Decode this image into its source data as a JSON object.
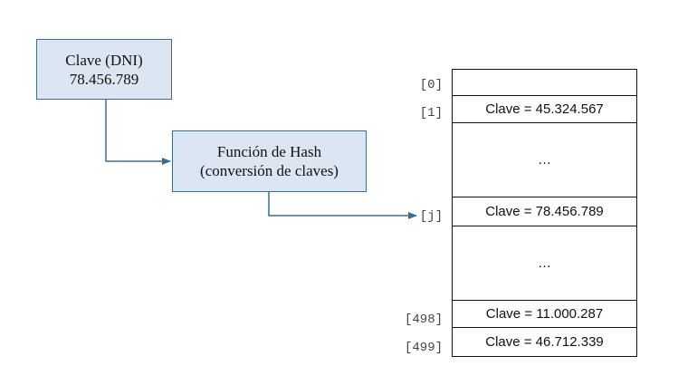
{
  "key_box": {
    "line1": "Clave (DNI)",
    "line2": "78.456.789"
  },
  "hash_box": {
    "line1": "Función de Hash",
    "line2": "(conversión de claves)"
  },
  "table": {
    "rows": [
      {
        "index": "[0]",
        "content": ""
      },
      {
        "index": "[1]",
        "content": "Clave = 45.324.567"
      },
      {
        "index": "",
        "content": "…"
      },
      {
        "index": "[j]",
        "content": "Clave = 78.456.789"
      },
      {
        "index": "",
        "content": "…"
      },
      {
        "index": "[498]",
        "content": "Clave = 11.000.287"
      },
      {
        "index": "[499]",
        "content": "Clave = 46.712.339"
      }
    ]
  },
  "colors": {
    "box_fill": "#dce6f2",
    "box_border": "#3d6d8e",
    "arrow": "#3d6d8e"
  }
}
